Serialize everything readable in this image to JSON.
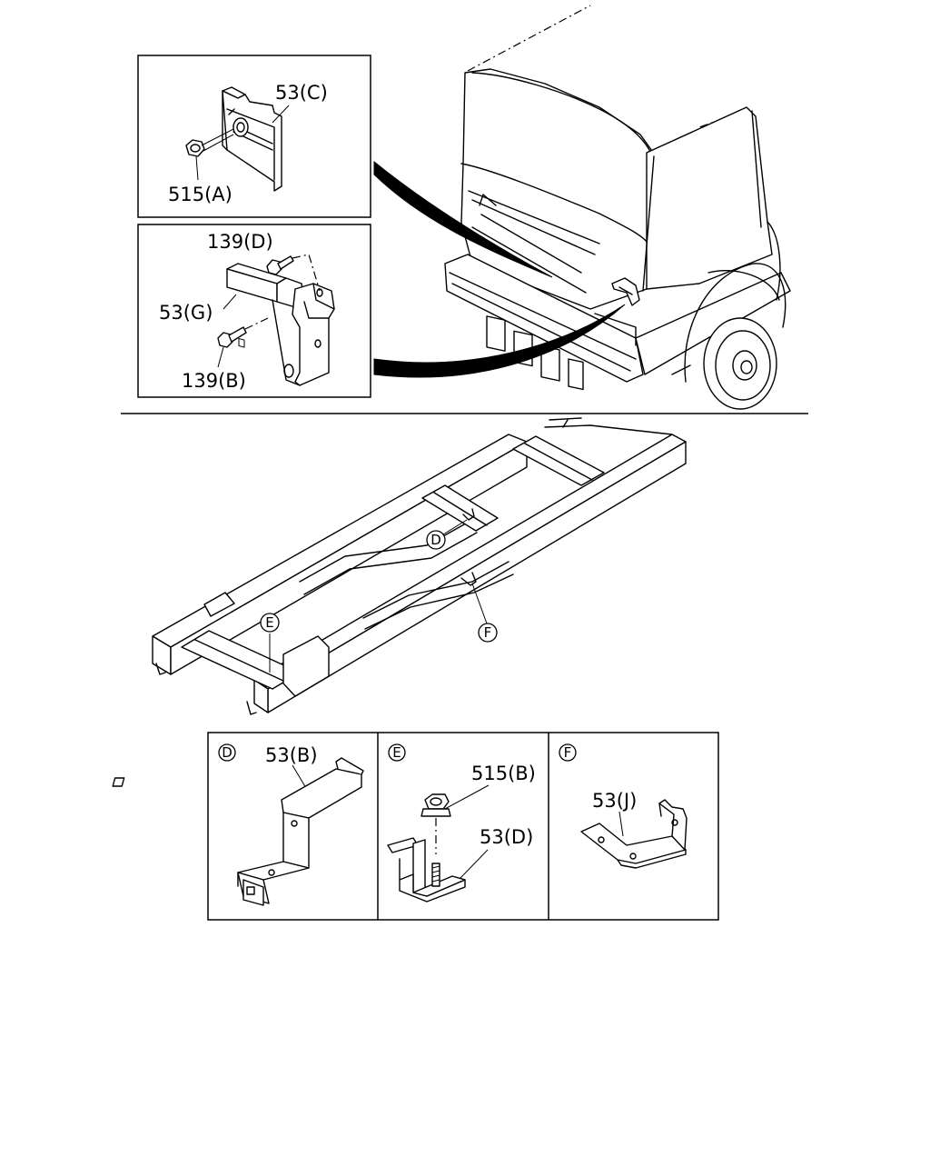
{
  "callouts": {
    "box1_part": "53(C)",
    "box1_nut": "515(A)",
    "box2_bolt_top": "139(D)",
    "box2_part": "53(G)",
    "box2_bolt_bottom": "139(B)",
    "frame_d": "D",
    "frame_e": "E",
    "frame_f": "F",
    "detail_d_letter": "D",
    "detail_d_part": "53(B)",
    "detail_e_letter": "E",
    "detail_e_nut": "515(B)",
    "detail_e_part": "53(D)",
    "detail_f_letter": "F",
    "detail_f_part": "53(J)"
  },
  "colors": {
    "ink": "#000000",
    "paper": "#ffffff"
  }
}
